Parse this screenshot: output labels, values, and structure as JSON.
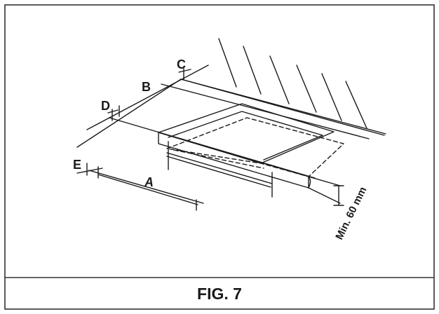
{
  "figure": {
    "caption": "FIG. 7",
    "labels": {
      "a": "A",
      "b": "B",
      "c": "C",
      "d": "D",
      "e": "E"
    },
    "min_height_note": "Min. 60 mm"
  },
  "colors": {
    "stroke": "#1a1a1a",
    "background": "#ffffff",
    "frame_border": "#333333"
  }
}
